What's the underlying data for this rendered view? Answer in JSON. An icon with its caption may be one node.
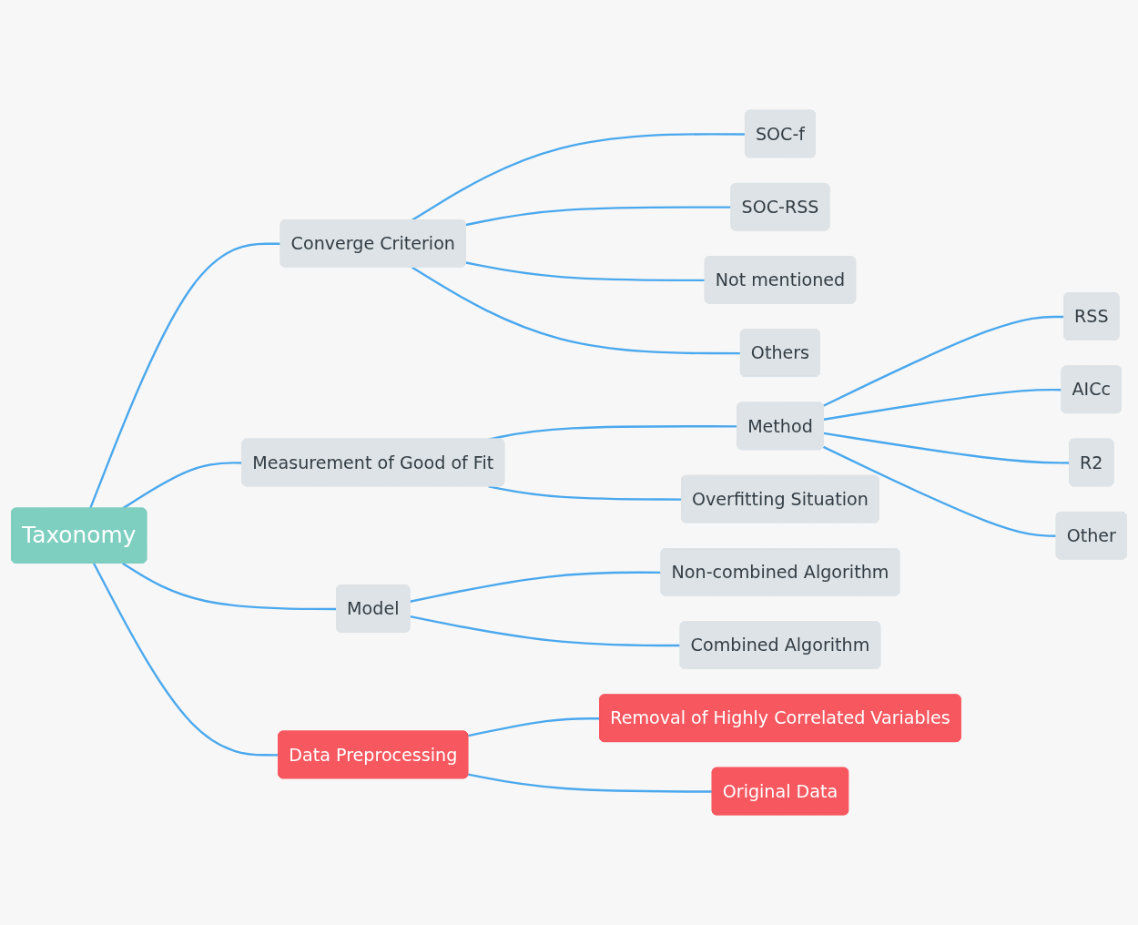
{
  "diagram": {
    "nodes": [
      {
        "text": [
          "Taxonomy"
        ]
      },
      {
        "text": [
          "Converge Criterion"
        ]
      },
      {
        "text": [
          "SOC-f"
        ]
      },
      {
        "text": [
          "SOC-RSS"
        ]
      },
      {
        "text": [
          "Not mentioned"
        ]
      },
      {
        "text": [
          "Others"
        ]
      },
      {
        "text": [
          "Measurement of Good of Fit"
        ]
      },
      {
        "text": [
          "Method"
        ]
      },
      {
        "text": [
          "RSS"
        ]
      },
      {
        "text": [
          "AICc"
        ]
      },
      {
        "text": [
          "R2"
        ]
      },
      {
        "text": [
          "Other"
        ]
      },
      {
        "text": [
          "Overfitting Situation"
        ]
      },
      {
        "text": [
          "Model"
        ]
      },
      {
        "text": [
          "Non-combined Algorithm"
        ]
      },
      {
        "text": [
          "Combined Algorithm"
        ]
      },
      {
        "text": [
          "Data Preprocessing"
        ]
      },
      {
        "text": [
          "Removal of Highly Correlated Variables"
        ]
      },
      {
        "text": [
          "Original Data"
        ]
      }
    ],
    "edges": [
      {
        "from": 0,
        "to": 1,
        "arrow": "none"
      },
      {
        "from": 1,
        "to": 2,
        "arrow": "none"
      },
      {
        "from": 1,
        "to": 3,
        "arrow": "none"
      },
      {
        "from": 1,
        "to": 4,
        "arrow": "none"
      },
      {
        "from": 1,
        "to": 5,
        "arrow": "none"
      },
      {
        "from": 0,
        "to": 6,
        "arrow": "none"
      },
      {
        "from": 6,
        "to": 7,
        "arrow": "none"
      },
      {
        "from": 7,
        "to": 8,
        "arrow": "none"
      },
      {
        "from": 7,
        "to": 9,
        "arrow": "none"
      },
      {
        "from": 7,
        "to": 10,
        "arrow": "none"
      },
      {
        "from": 7,
        "to": 11,
        "arrow": "none"
      },
      {
        "from": 6,
        "to": 12,
        "arrow": "none"
      },
      {
        "from": 0,
        "to": 13,
        "arrow": "none"
      },
      {
        "from": 13,
        "to": 14,
        "arrow": "none"
      },
      {
        "from": 13,
        "to": 15,
        "arrow": "none"
      },
      {
        "from": 0,
        "to": 16,
        "arrow": "none"
      },
      {
        "from": 16,
        "to": 17,
        "arrow": "none"
      },
      {
        "from": 16,
        "to": 18,
        "arrow": "none"
      }
    ]
  }
}
